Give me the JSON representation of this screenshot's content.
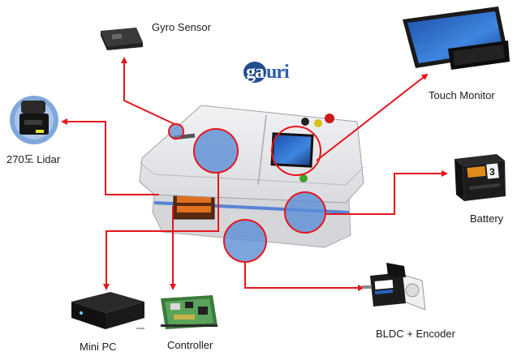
{
  "diagram": {
    "logo_prefix": "ga",
    "logo_suffix": "uri",
    "components": {
      "gyro": "Gyro Sensor",
      "lidar": "270도 Lidar",
      "touch": "Touch Monitor",
      "battery": "Battery",
      "minipc": "Mini PC",
      "controller": "Controller",
      "motor": "BLDC + Encoder",
      "battery_capacity": "3"
    },
    "colors": {
      "arrow": "#e8141c",
      "highlight_fill": "#5b8fd6",
      "robot_body": "#e6e7ea",
      "robot_base": "#d2d4d8",
      "bumper": "#3a6fcf"
    }
  }
}
